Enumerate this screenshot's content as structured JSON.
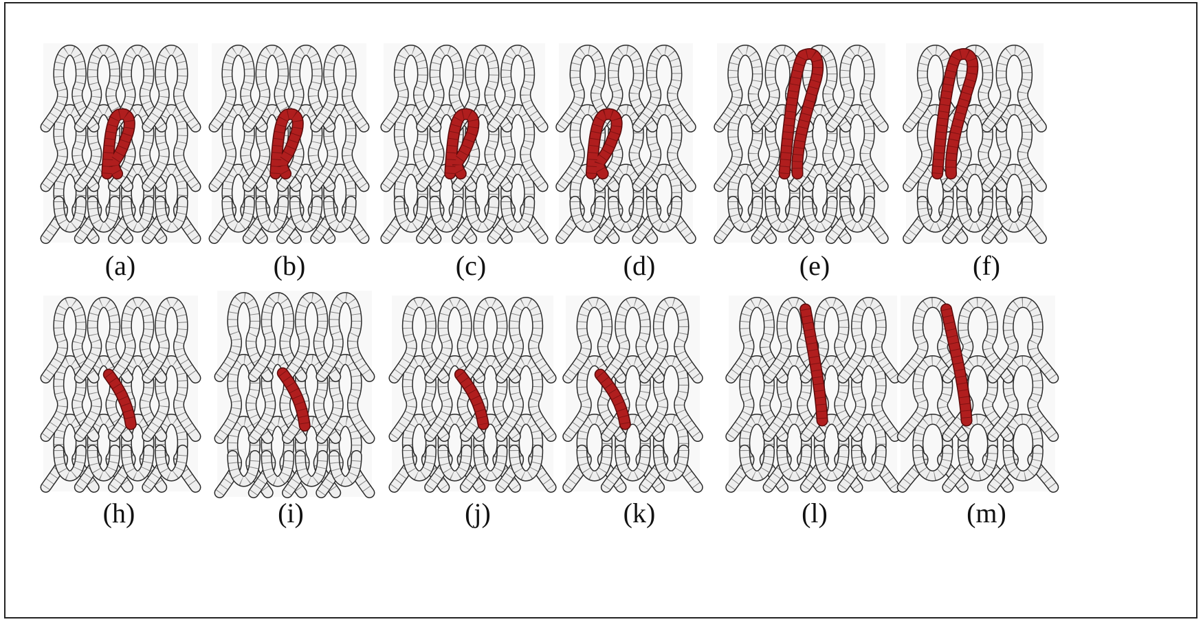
{
  "figure": {
    "colors": {
      "yarn_fill": "#eeeeee",
      "yarn_stroke": "#2a2a2a",
      "highlight_fill": "#b01e1e",
      "highlight_stroke": "#5a0a0a",
      "panel_background": "#f8f8f8",
      "frame": "#222222"
    },
    "rows": [
      {
        "panels": [
          {
            "label": "(a)",
            "wales": 4,
            "highlight": "tuck-short"
          },
          {
            "label": "(b)",
            "wales": 4,
            "highlight": "tuck-short"
          },
          {
            "label": "(c)",
            "wales": 4,
            "highlight": "tuck-short"
          },
          {
            "label": "(d)",
            "wales": 3,
            "highlight": "tuck-short"
          },
          {
            "label": "(e)",
            "wales": 4,
            "highlight": "tuck-long"
          },
          {
            "label": "(f)",
            "wales": 3,
            "highlight": "tuck-long"
          }
        ]
      },
      {
        "panels": [
          {
            "label": "(h)",
            "wales": 4,
            "highlight": "miss-short"
          },
          {
            "label": "(i)",
            "wales": 4,
            "highlight": "miss-short"
          },
          {
            "label": "(j)",
            "wales": 4,
            "highlight": "miss-short"
          },
          {
            "label": "(k)",
            "wales": 3,
            "highlight": "miss-short"
          },
          {
            "label": "(l)",
            "wales": 4,
            "highlight": "miss-long"
          },
          {
            "label": "(m)",
            "wales": 3,
            "highlight": "miss-long"
          }
        ]
      }
    ]
  }
}
